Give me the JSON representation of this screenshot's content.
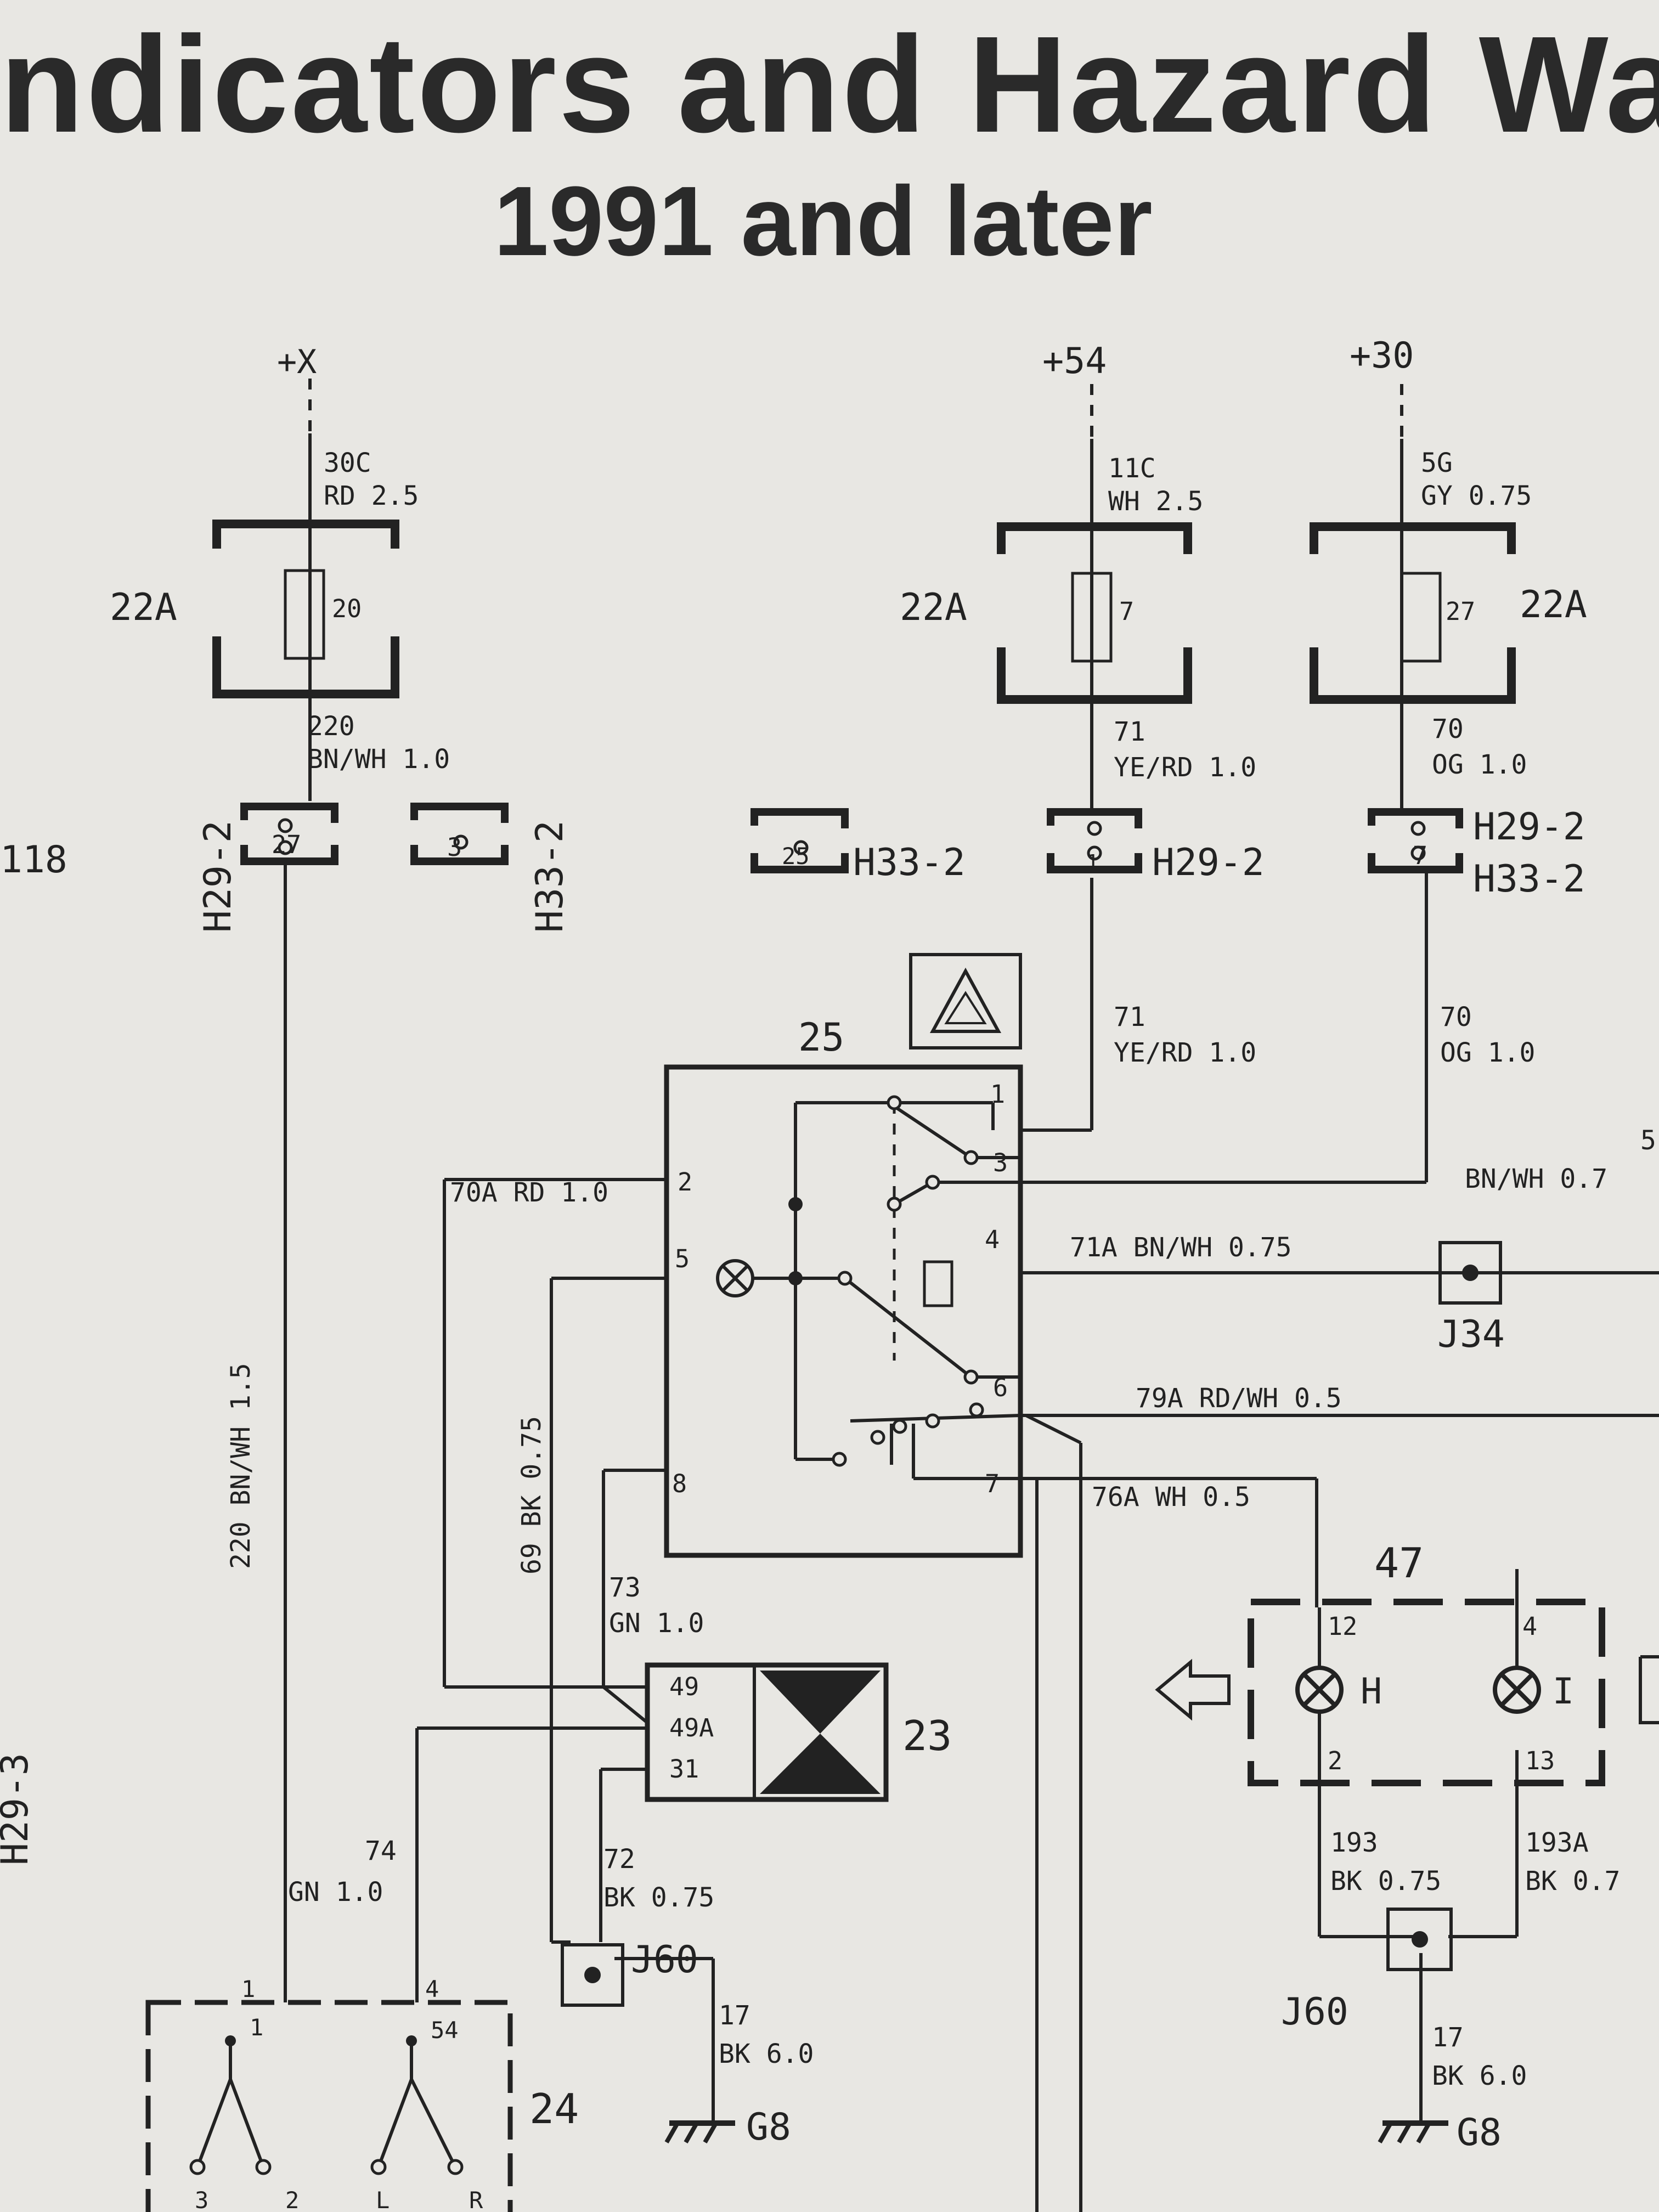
{
  "title": "ndicators and Hazard Wa",
  "subtitle": "1991 and later",
  "supply": {
    "x": "+X",
    "s54": "+54",
    "s30": "+30"
  },
  "wires": {
    "w30c_num": "30C",
    "w30c_spec": "RD 2.5",
    "w11c_num": "11C",
    "w11c_spec": "WH 2.5",
    "w5g_num": "5G",
    "w5g_spec": "GY 0.75",
    "w220_num": "220",
    "w220_spec": "BN/WH 1.0",
    "w71_num": "71",
    "w71_spec": "YE/RD 1.0",
    "w70_num": "70",
    "w70_spec": "OG 1.0",
    "w71b_num": "71",
    "w71b_spec": "YE/RD 1.0",
    "w70b_num": "70",
    "w70b_spec": "OG 1.0",
    "w5_num": "5",
    "w5_spec": "BN/WH 0.7",
    "w70a": "70A RD 1.0",
    "w71a": "71A BN/WH 0.75",
    "w79a": "79A RD/WH 0.5",
    "w76a": "76A WH 0.5",
    "w69": "69 BK 0.75",
    "w220v": "220 BN/WH 1.5",
    "w73_num": "73",
    "w73_spec": "GN 1.0",
    "w74_num": "74",
    "w74_spec": "GN 1.0",
    "w72_num": "72",
    "w72_spec": "BK 0.75",
    "w193_num": "193",
    "w193_spec": "BK 0.75",
    "w193a_num": "193A",
    "w193a_spec": "BK 0.7",
    "w17a_num": "17",
    "w17a_spec": "BK 6.0",
    "w17b_num": "17",
    "w17b_spec": "BK 6.0"
  },
  "fuses": {
    "f20_box": "22A",
    "f20": "20",
    "f7_box": "22A",
    "f7": "7",
    "f27_box": "22A",
    "f27": "27"
  },
  "connectors": {
    "c118": "118",
    "c27": "27",
    "c27_label": "H29-2",
    "c3": "3",
    "c3_label": "H33-2",
    "c25": "25",
    "c25_label": "H33-2",
    "c1": "1",
    "c1_label": "H29-2",
    "c7": "7",
    "c7_label_a": "H29-2",
    "c7_label_b": "H33-2",
    "h29_3": "H29-3"
  },
  "hazard_switch": {
    "number": "25",
    "pins": {
      "p1": "1",
      "p2": "2",
      "p3": "3",
      "p4": "4",
      "p5": "5",
      "p6": "6",
      "p7": "7",
      "p8": "8"
    }
  },
  "flasher_relay": {
    "number": "23",
    "p49": "49",
    "p49a": "49A",
    "p31": "31"
  },
  "indicator_switch": {
    "number": "24",
    "p1_out": "1",
    "p1_in": "1",
    "p4_out": "4",
    "p54": "54",
    "b3": "3",
    "b2": "2",
    "bL": "L",
    "bR": "R"
  },
  "lamp_unit": {
    "number": "47",
    "p12": "12",
    "p4": "4",
    "p2": "2",
    "p13": "13",
    "H": "H",
    "I": "I"
  },
  "junctions": {
    "j34": "J34",
    "j60a": "J60",
    "j60b": "J60"
  },
  "grounds": {
    "g8a": "G8",
    "g8b": "G8"
  }
}
